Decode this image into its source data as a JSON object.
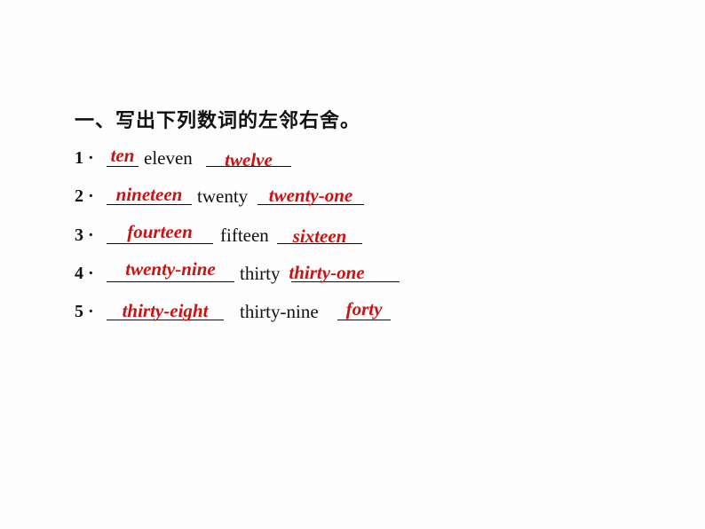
{
  "heading": "一、写出下列数词的左邻右舍。",
  "items": [
    {
      "label": "1 ·",
      "before": "ten",
      "word": "eleven",
      "after": "twelve"
    },
    {
      "label": "2 ·",
      "before": "nineteen",
      "word": "twenty",
      "after": "twenty-one"
    },
    {
      "label": "3 ·",
      "before": "fourteen",
      "word": "fifteen",
      "after": "sixteen"
    },
    {
      "label": "4 ·",
      "before": "twenty-nine",
      "word": "thirty",
      "after": "thirty-one"
    },
    {
      "label": "5 ·",
      "before": "thirty-eight",
      "word": "thirty-nine",
      "after": "forty"
    }
  ],
  "colors": {
    "answer": "#cc1111",
    "text": "#111111",
    "background": "#fdfdfd"
  }
}
